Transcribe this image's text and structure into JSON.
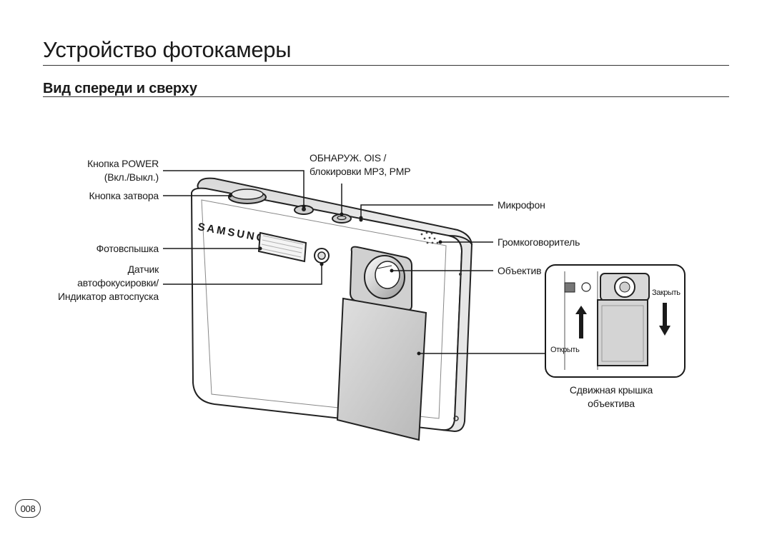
{
  "header": {
    "title": "Устройство фотокамеры",
    "section": "Вид спереди и сверху"
  },
  "camera": {
    "brand": "SAMSUNG"
  },
  "labels": {
    "power_button": "Кнопка POWER\n(Вкл./Выкл.)",
    "shutter_button": "Кнопка затвора",
    "flash": "Фотовспышка",
    "af_sensor": "Датчик\nавтофокусировки/\nИндикатор автоспуска",
    "ois_button": "ОБНАРУЖ. OIS /\nблокировки MP3, PMP",
    "microphone": "Микрофон",
    "speaker": "Громкоговоритель",
    "lens": "Объектив",
    "lens_cover": "Сдвижная крышка\nобъектива"
  },
  "inset": {
    "close": "Закрыть",
    "open": "Открыть"
  },
  "footer": {
    "page_number": "008"
  }
}
